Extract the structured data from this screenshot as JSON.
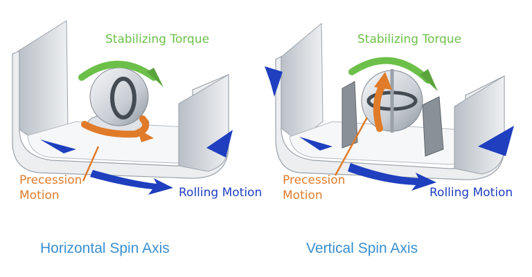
{
  "colors": {
    "torque": "#6cc04a",
    "rolling": "#1f3fbf",
    "precession": "#e07b2a",
    "caption": "#3a8fd0",
    "hull_fill": "#e9ecef",
    "hull_edge": "#9aa1a8"
  },
  "panels": [
    {
      "caption": "Horizontal Spin Axis",
      "torque_label": "Stabilizing Torque",
      "rolling_label": "Rolling Motion",
      "precession_label": "Precession\nMotion"
    },
    {
      "caption": "Vertical Spin Axis",
      "torque_label": "Stabilizing Torque",
      "rolling_label": "Rolling Motion",
      "precession_label": "Precession\nMotion"
    }
  ]
}
